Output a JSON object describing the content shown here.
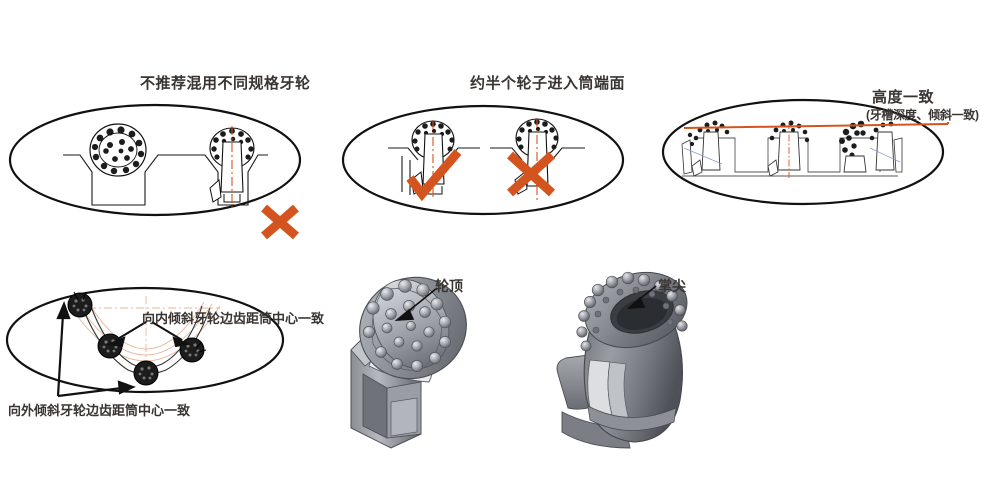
{
  "document": {
    "title": "牙轮刀具安装规范示意图",
    "background_color": "#ffffff",
    "ink_color": "#1a1a1a",
    "accent_color": "#d4541f",
    "text_color": "#3a3532"
  },
  "panels": [
    {
      "id": "panel-mixed-gauge",
      "caption": "不推荐混用不同规格牙轮",
      "verdict": "cross",
      "verdict_icon": "cross-mark-icon",
      "items": [
        {
          "name": "cutter-section-large",
          "type": "roller-cone-cross-section"
        },
        {
          "name": "cutter-section-small",
          "type": "roller-cone-cross-section"
        }
      ]
    },
    {
      "id": "panel-half-wheel",
      "caption": "约半个轮子进入筒端面",
      "items": [
        {
          "name": "cutter-section-correct",
          "verdict": "check",
          "verdict_icon": "check-mark-icon"
        },
        {
          "name": "cutter-section-wrong",
          "verdict": "cross",
          "verdict_icon": "cross-mark-icon"
        }
      ]
    },
    {
      "id": "panel-height-consistent",
      "caption": "高度一致",
      "subcaption": "(牙槽深度、倾斜一致)",
      "reference_line": "orange-height-datum-line",
      "items": [
        {
          "name": "cutter-section-left"
        },
        {
          "name": "cutter-section-center"
        },
        {
          "name": "cutter-section-right"
        }
      ]
    },
    {
      "id": "panel-arc-spacing",
      "label_inner": "向内倾斜牙轮边齿距筒中心一致",
      "label_outer": "向外倾斜牙轮边齿距筒中心一致",
      "items": [
        {
          "name": "cutter-node-1"
        },
        {
          "name": "cutter-node-2"
        },
        {
          "name": "cutter-node-3"
        },
        {
          "name": "cutter-node-4"
        }
      ]
    },
    {
      "id": "panel-model-wheel-top",
      "label": "轮顶",
      "model": "roller-cone-cutter-3d"
    },
    {
      "id": "panel-model-palm-tip",
      "label": "掌尖",
      "model": "roller-cone-cutter-3d"
    }
  ]
}
